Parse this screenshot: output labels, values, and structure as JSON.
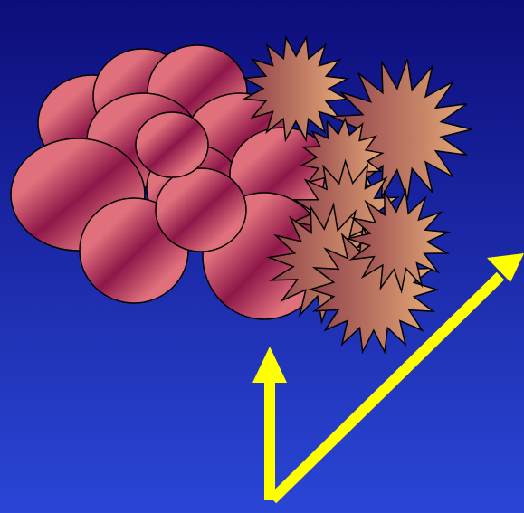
{
  "colors": {
    "background_top": "#0d0d7a",
    "background_bottom": "#2a46d6",
    "circle_light": "#e0707c",
    "circle_dark": "#8e1749",
    "star_dark": "#8f3f4a",
    "star_light": "#e6ab78",
    "outline": "#000000",
    "arrow": "#ffff00"
  },
  "icons": {
    "circles": "ellipse",
    "bursts": "star-burst",
    "arrows": "arrow"
  },
  "counts": {
    "circles": 12,
    "bursts": 7,
    "arrows": 2
  }
}
